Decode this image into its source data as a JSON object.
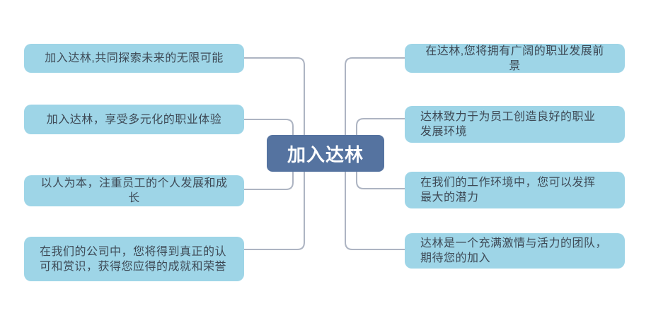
{
  "mindmap": {
    "root": {
      "label": "加入达林"
    },
    "left_branches": [
      {
        "label": "加入达林,共同探索未来的无限可能"
      },
      {
        "label": "加入达林，享受多元化的职业体验"
      },
      {
        "label": "以人为本，注重员工的个人发展和成长"
      },
      {
        "label": "在我们的公司中，您将得到真正的认\n可和赏识，获得您应得的成就和荣誉"
      }
    ],
    "right_branches": [
      {
        "label": "在达林,您将拥有广阔的职业发展前景"
      },
      {
        "label": "达林致力于为员工创造良好的职业\n发展环境"
      },
      {
        "label": "在我们的工作环境中，您可以发挥\n最大的潜力"
      },
      {
        "label": "达林是一个充满激情与活力的团队，\n期待您的加入"
      }
    ],
    "colors": {
      "background": "#ffffff",
      "branch_bg": "#9ed5e7",
      "branch_text": "#3e4a56",
      "root_bg": "#5573a0",
      "root_text": "#ffffff",
      "connector": "#adb4c2"
    }
  }
}
